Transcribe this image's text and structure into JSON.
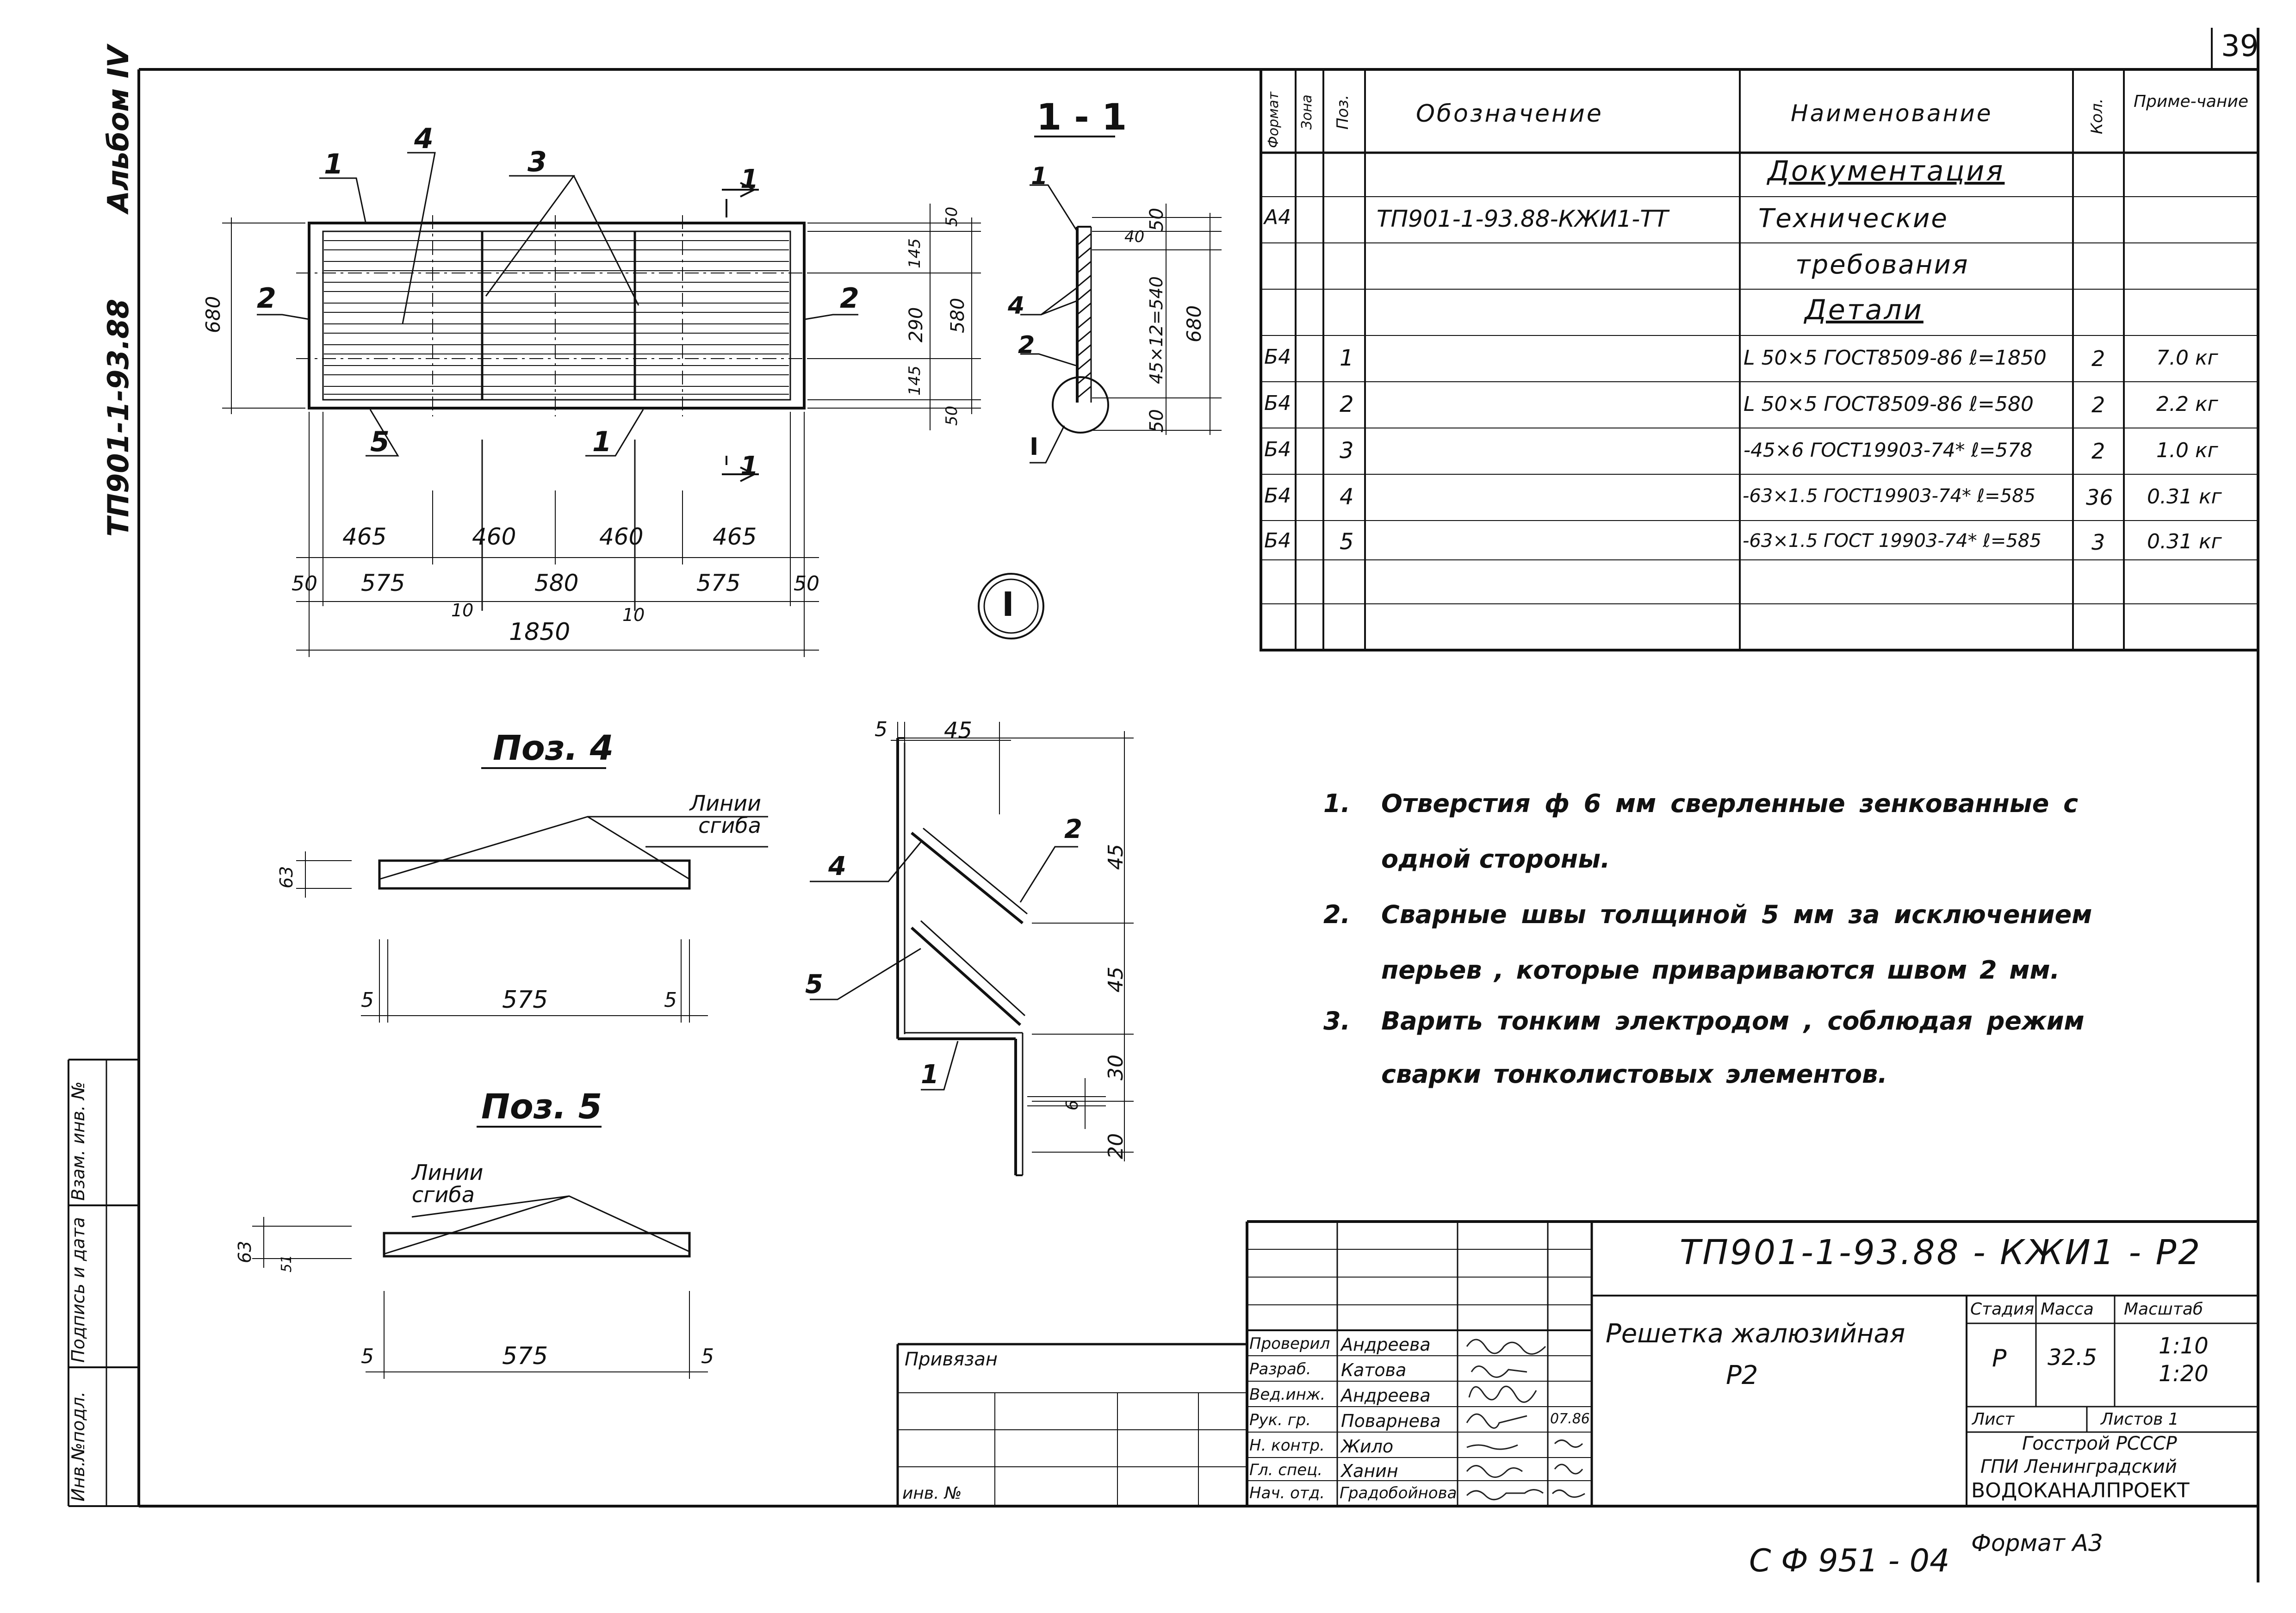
{
  "page_number": "39",
  "album": {
    "album_label": "Альбом IV",
    "series_code": "ТП901-1-93.88"
  },
  "drawing": {
    "section_label": "1 - 1",
    "section_mark_right": "1",
    "position_callouts": [
      "1",
      "2",
      "3",
      "4",
      "5"
    ],
    "dim_top_left": "680",
    "dim_right_50a": "50",
    "dim_right_145a": "145",
    "dim_right_290": "290",
    "dim_right_145b": "145",
    "dim_right_580": "580",
    "dim_right_50b": "50",
    "dim_bottom_465a": "465",
    "dim_bottom_460a": "460",
    "dim_bottom_460b": "460",
    "dim_bottom_465b": "465",
    "dim_bottom_50a": "50",
    "dim_bottom_575a": "575",
    "dim_bottom_580": "580",
    "dim_bottom_575b": "575",
    "dim_bottom_50b": "50",
    "dim_bottom_10a": "10",
    "dim_bottom_10b": "10",
    "dim_total": "1850",
    "sec_dim_50a": "50",
    "sec_dim_40": "40",
    "sec_dim_45x12": "45×12=540",
    "sec_dim_680": "680",
    "sec_dim_50b": "50",
    "detail_mark": "I",
    "detail_node_label": "I",
    "pos4_title": "Поз. 4",
    "pos4_bend": "Линии сгиба",
    "pos4_dim_63": "63",
    "pos4_dim_5a": "5",
    "pos4_dim_575": "575",
    "pos4_dim_5b": "5",
    "pos5_title": "Поз. 5",
    "pos5_bend": "Линии сгиба",
    "pos5_dim_63": "63",
    "pos5_dim_51": "51",
    "pos5_dim_5a": "5",
    "pos5_dim_575": "575",
    "pos5_dim_5b": "5",
    "node_dim_5": "5",
    "node_dim_45top": "45",
    "node_dim_45a": "45",
    "node_dim_45b": "45",
    "node_dim_30": "30",
    "node_dim_6": "6",
    "node_dim_20": "20",
    "node_callouts": [
      "4",
      "2",
      "5",
      "1"
    ]
  },
  "spec_table": {
    "headers": {
      "format": "Формат",
      "zone": "Зона",
      "pos": "Поз.",
      "designation": "Обозначение",
      "name": "Наименование",
      "qty": "Кол.",
      "note": "Приме-чание"
    },
    "rows": [
      {
        "format": "",
        "zone": "",
        "pos": "",
        "designation": "",
        "name": "Документация",
        "qty": "",
        "note": ""
      },
      {
        "format": "А4",
        "zone": "",
        "pos": "",
        "designation": "ТП901-1-93.88-КЖИ1-ТТ",
        "name": "Технические",
        "qty": "",
        "note": ""
      },
      {
        "format": "",
        "zone": "",
        "pos": "",
        "designation": "",
        "name": "требования",
        "qty": "",
        "note": ""
      },
      {
        "format": "",
        "zone": "",
        "pos": "",
        "designation": "",
        "name": "Детали",
        "qty": "",
        "note": ""
      },
      {
        "format": "Б4",
        "zone": "",
        "pos": "1",
        "designation": "",
        "name": "L 50×5 ГОСТ8509-86 ℓ=1850",
        "qty": "2",
        "note": "7.0 кг"
      },
      {
        "format": "Б4",
        "zone": "",
        "pos": "2",
        "designation": "",
        "name": "L 50×5 ГОСТ8509-86 ℓ=580",
        "qty": "2",
        "note": "2.2 кг"
      },
      {
        "format": "Б4",
        "zone": "",
        "pos": "3",
        "designation": "",
        "name": "-45×6 ГОСТ19903-74* ℓ=578",
        "qty": "2",
        "note": "1.0 кг"
      },
      {
        "format": "Б4",
        "zone": "",
        "pos": "4",
        "designation": "",
        "name": "-63×1.5 ГОСТ19903-74* ℓ=585",
        "qty": "36",
        "note": "0.31 кг"
      },
      {
        "format": "Б4",
        "zone": "",
        "pos": "5",
        "designation": "",
        "name": "-63×1.5 ГОСТ 19903-74* ℓ=585",
        "qty": "3",
        "note": "0.31 кг"
      }
    ]
  },
  "notes": [
    {
      "num": "1.",
      "line1": "Отверстия  ф 6 мм  сверленные  зенкованные  с",
      "line2": "одной  стороны."
    },
    {
      "num": "2.",
      "line1": "Сварные  швы  толщиной  5 мм  за  исключением",
      "line2": "перьев ,  которые  привариваются  швом  2 мм."
    },
    {
      "num": "3.",
      "line1": "Варить  тонким  электродом ,  соблюдая  режим",
      "line2": "сварки  тонколистовых  элементов."
    }
  ],
  "title_block": {
    "doc_code": "ТП901-1-93.88 - КЖИ1 - Р2",
    "title_line1": "Решетка жалюзийная",
    "title_line2": "Р2",
    "stage_label": "Стадия",
    "mass_label": "Масса",
    "scale_label": "Масштаб",
    "stage": "Р",
    "mass": "32.5",
    "scale1": "1:10",
    "scale2": "1:20",
    "sheet_label": "Лист",
    "sheets_label": "Листов  1",
    "org1": "Госстрой РСССР",
    "org2": "ГПИ  Ленинградский",
    "org3": "ВОДОКАНАЛПРОЕКТ",
    "people": [
      {
        "role": "Проверил",
        "name": "Андреева"
      },
      {
        "role": "Разраб.",
        "name": "Катова"
      },
      {
        "role": "Вед.инж.",
        "name": "Андреева"
      },
      {
        "role": "Рук. гр.",
        "name": "Поварнева"
      },
      {
        "role": "Н. контр.",
        "name": "Жило"
      },
      {
        "role": "Гл. спец.",
        "name": "Ханин"
      },
      {
        "role": "Нач. отд.",
        "name": "Градобойнова"
      }
    ],
    "date_mark": "07.86",
    "privyazan": "Привязан",
    "inv_no": "инв. №",
    "left_strip": [
      "Инв.№подл.",
      "Подпись и дата",
      "Взам. инв. №"
    ],
    "bottom_code": "С Ф 951 - 04",
    "format": "Формат  А3"
  }
}
